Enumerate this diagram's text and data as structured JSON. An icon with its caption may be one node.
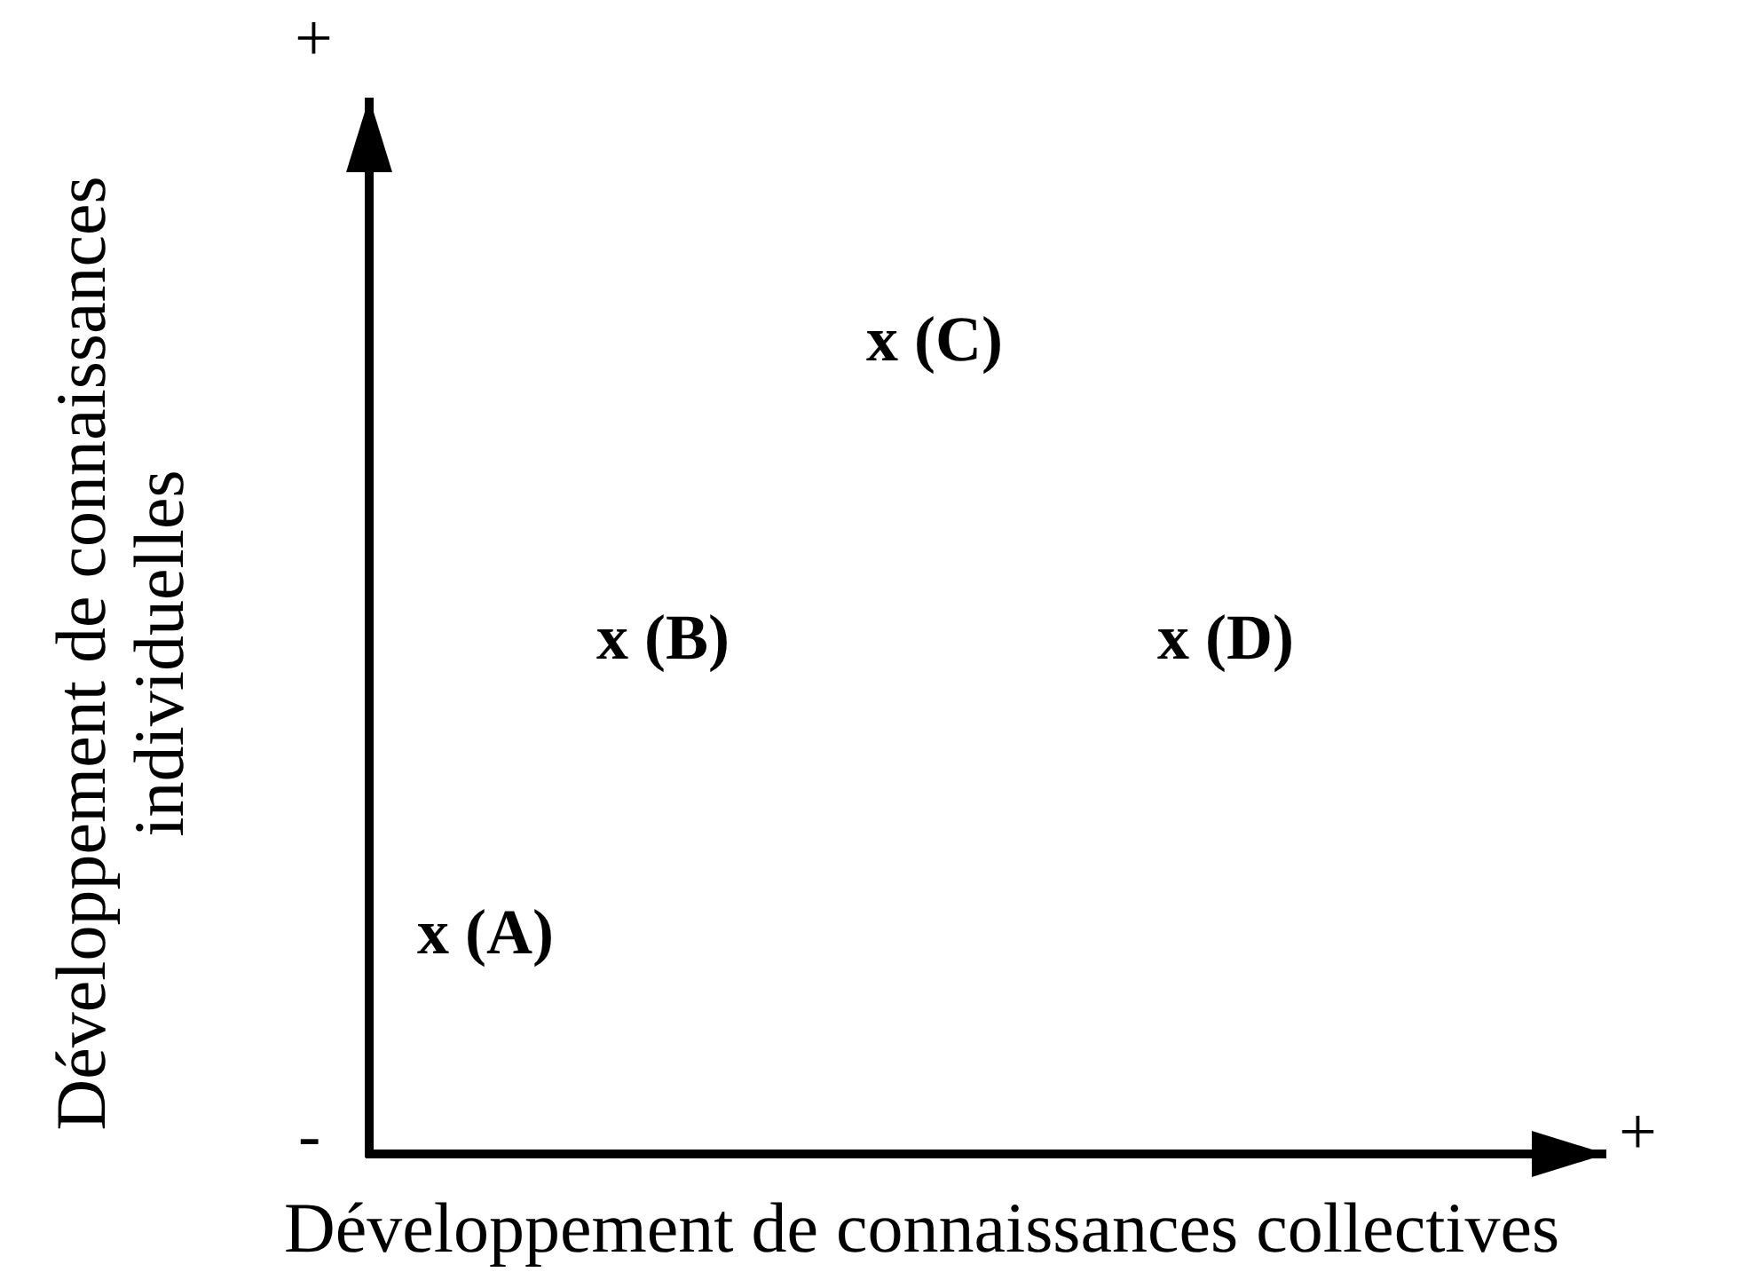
{
  "diagram": {
    "labels": [
      "+",
      "Développement de connaissances individuelles",
      "x (C)",
      "x (B)",
      "x (D)",
      "x (A)",
      "-",
      "+",
      "Développement de connaissances collectives"
    ]
  }
}
